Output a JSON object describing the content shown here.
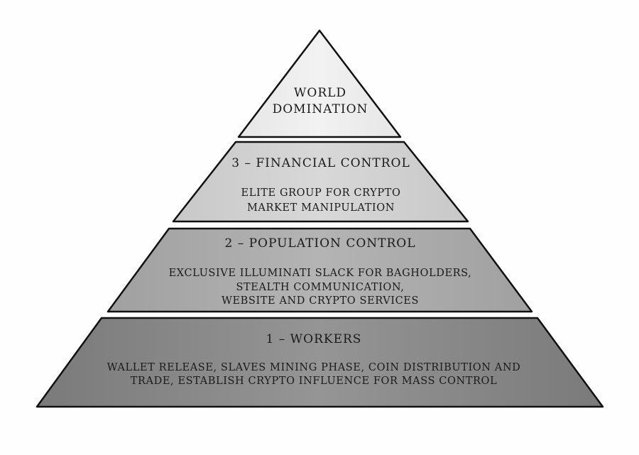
{
  "pyramid": {
    "apex": {
      "title_line1": "WORLD",
      "title_line2": "DOMINATION",
      "fill": "#ededed"
    },
    "tier3": {
      "title": "3 – FINANCIAL CONTROL",
      "desc_line1": "ELITE GROUP FOR CRYPTO",
      "desc_line2": "MARKET MANIPULATION",
      "fill": "#cfcfcf"
    },
    "tier2": {
      "title": "2 – POPULATION CONTROL",
      "desc_line1": "EXCLUSIVE ILLUMINATI SLACK FOR BAGHOLDERS,",
      "desc_line2": "STEALTH COMMUNICATION,",
      "desc_line3": "WEBSITE AND CRYPTO SERVICES",
      "fill": "#a9a9a9"
    },
    "tier1": {
      "title": "1 – WORKERS",
      "desc_line1": "WALLET RELEASE, SLAVES MINING PHASE, COIN DISTRIBUTION AND",
      "desc_line2": "TRADE, ESTABLISH CRYPTO INFLUENCE FOR MASS CONTROL",
      "fill": "#8a8a8a"
    },
    "outline_color": "#111111"
  }
}
